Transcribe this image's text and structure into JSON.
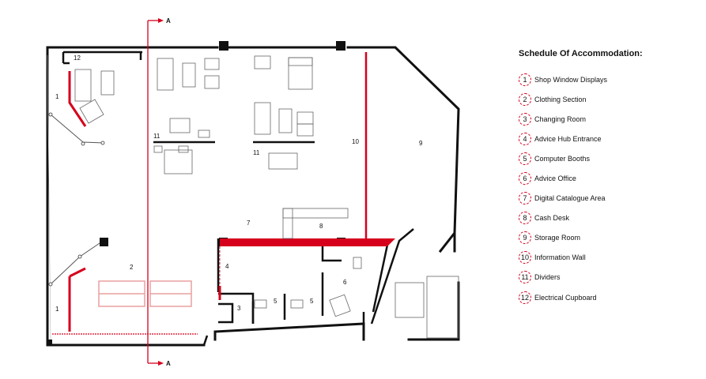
{
  "section_marker": {
    "label": "A"
  },
  "room_labels": {
    "r1_top": "1",
    "r1_bottom": "1",
    "r2": "2",
    "r3": "3",
    "r4": "4",
    "r5_left": "5",
    "r5_right": "5",
    "r6": "6",
    "r7": "7",
    "r8": "8",
    "r9": "9",
    "r10": "10",
    "r11_left": "11",
    "r11_right": "11",
    "r12": "12"
  },
  "schedule": {
    "title": "Schedule Of Accommodation:",
    "items": [
      {
        "num": "1",
        "label": "Shop Window Displays"
      },
      {
        "num": "2",
        "label": "Clothing Section"
      },
      {
        "num": "3",
        "label": "Changing Room"
      },
      {
        "num": "4",
        "label": "Advice Hub Entrance"
      },
      {
        "num": "5",
        "label": "Computer Booths"
      },
      {
        "num": "6",
        "label": "Advice Office"
      },
      {
        "num": "7",
        "label": "Digital Catalogue Area"
      },
      {
        "num": "8",
        "label": "Cash Desk"
      },
      {
        "num": "9",
        "label": "Storage Room"
      },
      {
        "num": "10",
        "label": "Information Wall"
      },
      {
        "num": "11",
        "label": "Dividers"
      },
      {
        "num": "12",
        "label": "Electrical Cupboard"
      }
    ]
  },
  "colors": {
    "wall": "#111111",
    "accent": "#d6001c",
    "furniture": "#666666",
    "rack": "#e8a0a0"
  }
}
